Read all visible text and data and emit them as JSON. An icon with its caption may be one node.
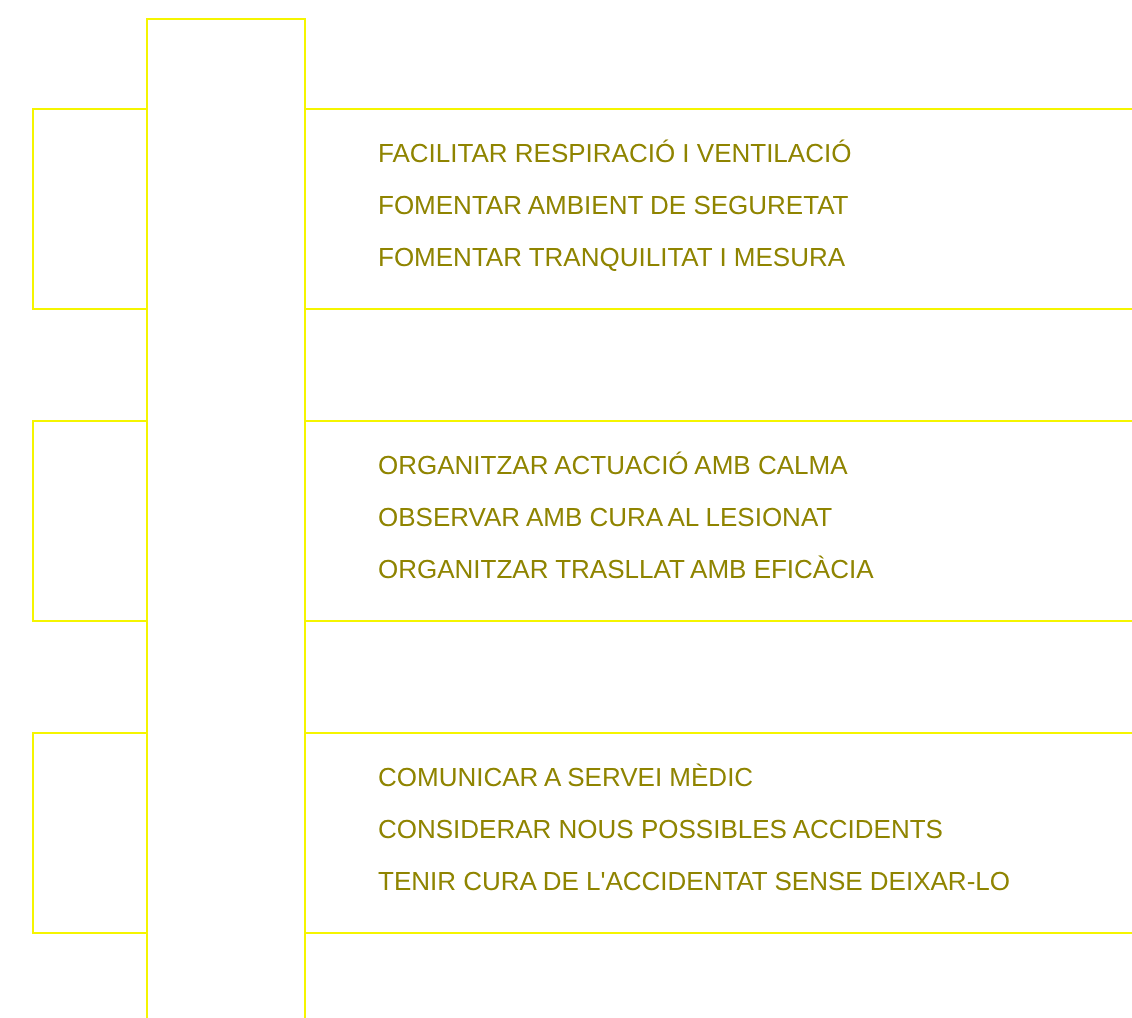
{
  "diagram": {
    "nodes": [
      {
        "text": [],
        "shape": "bar"
      },
      {
        "text": [
          "FACILITAR RESPIRACIÓ I VENTILACIÓ",
          "FOMENTAR AMBIENT DE SEGURETAT",
          "FOMENTAR TRANQUILITAT I MESURA"
        ]
      },
      {
        "text": [
          "ORGANITZAR ACTUACIÓ AMB CALMA",
          "OBSERVAR AMB CURA AL LESIONAT",
          "ORGANITZAR TRASLLAT AMB EFICÀCIA"
        ]
      },
      {
        "text": [
          "COMUNICAR A SERVEI MÈDIC",
          "CONSIDERAR NOUS POSSIBLES ACCIDENTS",
          "TENIR CURA DE L'ACCIDENTAT SENSE DEIXAR-LO"
        ]
      }
    ]
  }
}
